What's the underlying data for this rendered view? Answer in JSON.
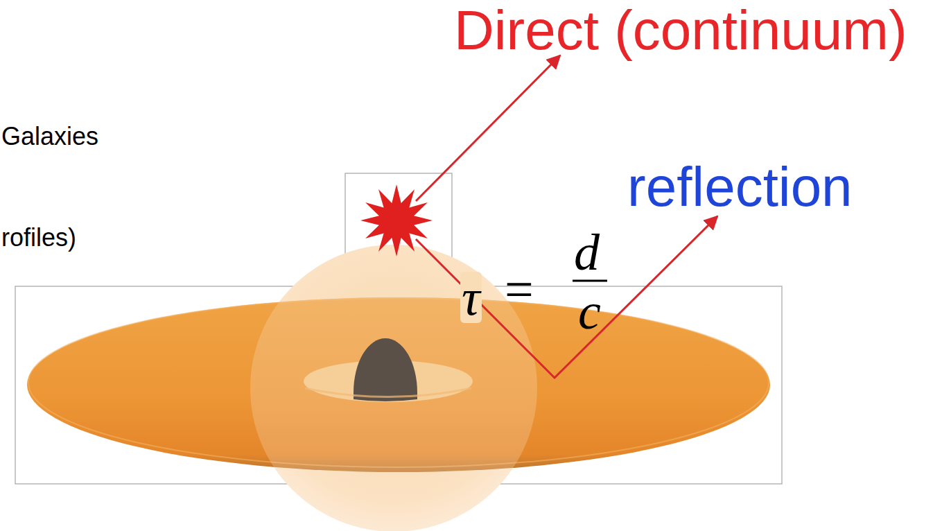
{
  "diagram": {
    "labels": [
      "Galaxies",
      "rofiles)",
      "Direct (continuum)",
      "reflection",
      "τ",
      "=",
      "d",
      "c"
    ]
  }
}
